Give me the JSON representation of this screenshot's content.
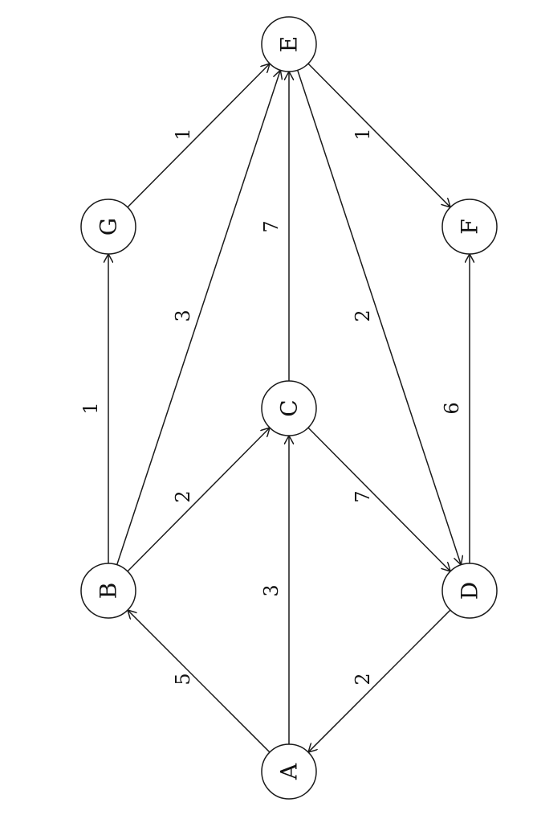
{
  "graph": {
    "directed": true,
    "nodes": [
      {
        "id": "A",
        "label": "A"
      },
      {
        "id": "B",
        "label": "B"
      },
      {
        "id": "C",
        "label": "C"
      },
      {
        "id": "D",
        "label": "D"
      },
      {
        "id": "E",
        "label": "E"
      },
      {
        "id": "F",
        "label": "F"
      },
      {
        "id": "G",
        "label": "G"
      }
    ],
    "edges": [
      {
        "from": "A",
        "to": "B",
        "weight": "5"
      },
      {
        "from": "A",
        "to": "C",
        "weight": "3"
      },
      {
        "from": "D",
        "to": "A",
        "weight": "2"
      },
      {
        "from": "B",
        "to": "C",
        "weight": "2"
      },
      {
        "from": "B",
        "to": "G",
        "weight": "1"
      },
      {
        "from": "B",
        "to": "E",
        "weight": "3"
      },
      {
        "from": "C",
        "to": "E",
        "weight": "7"
      },
      {
        "from": "C",
        "to": "D",
        "weight": "7"
      },
      {
        "from": "G",
        "to": "E",
        "weight": "1"
      },
      {
        "from": "E",
        "to": "F",
        "weight": "1"
      },
      {
        "from": "E",
        "to": "D",
        "weight": "2"
      },
      {
        "from": "D",
        "to": "F",
        "weight": "6"
      }
    ]
  }
}
